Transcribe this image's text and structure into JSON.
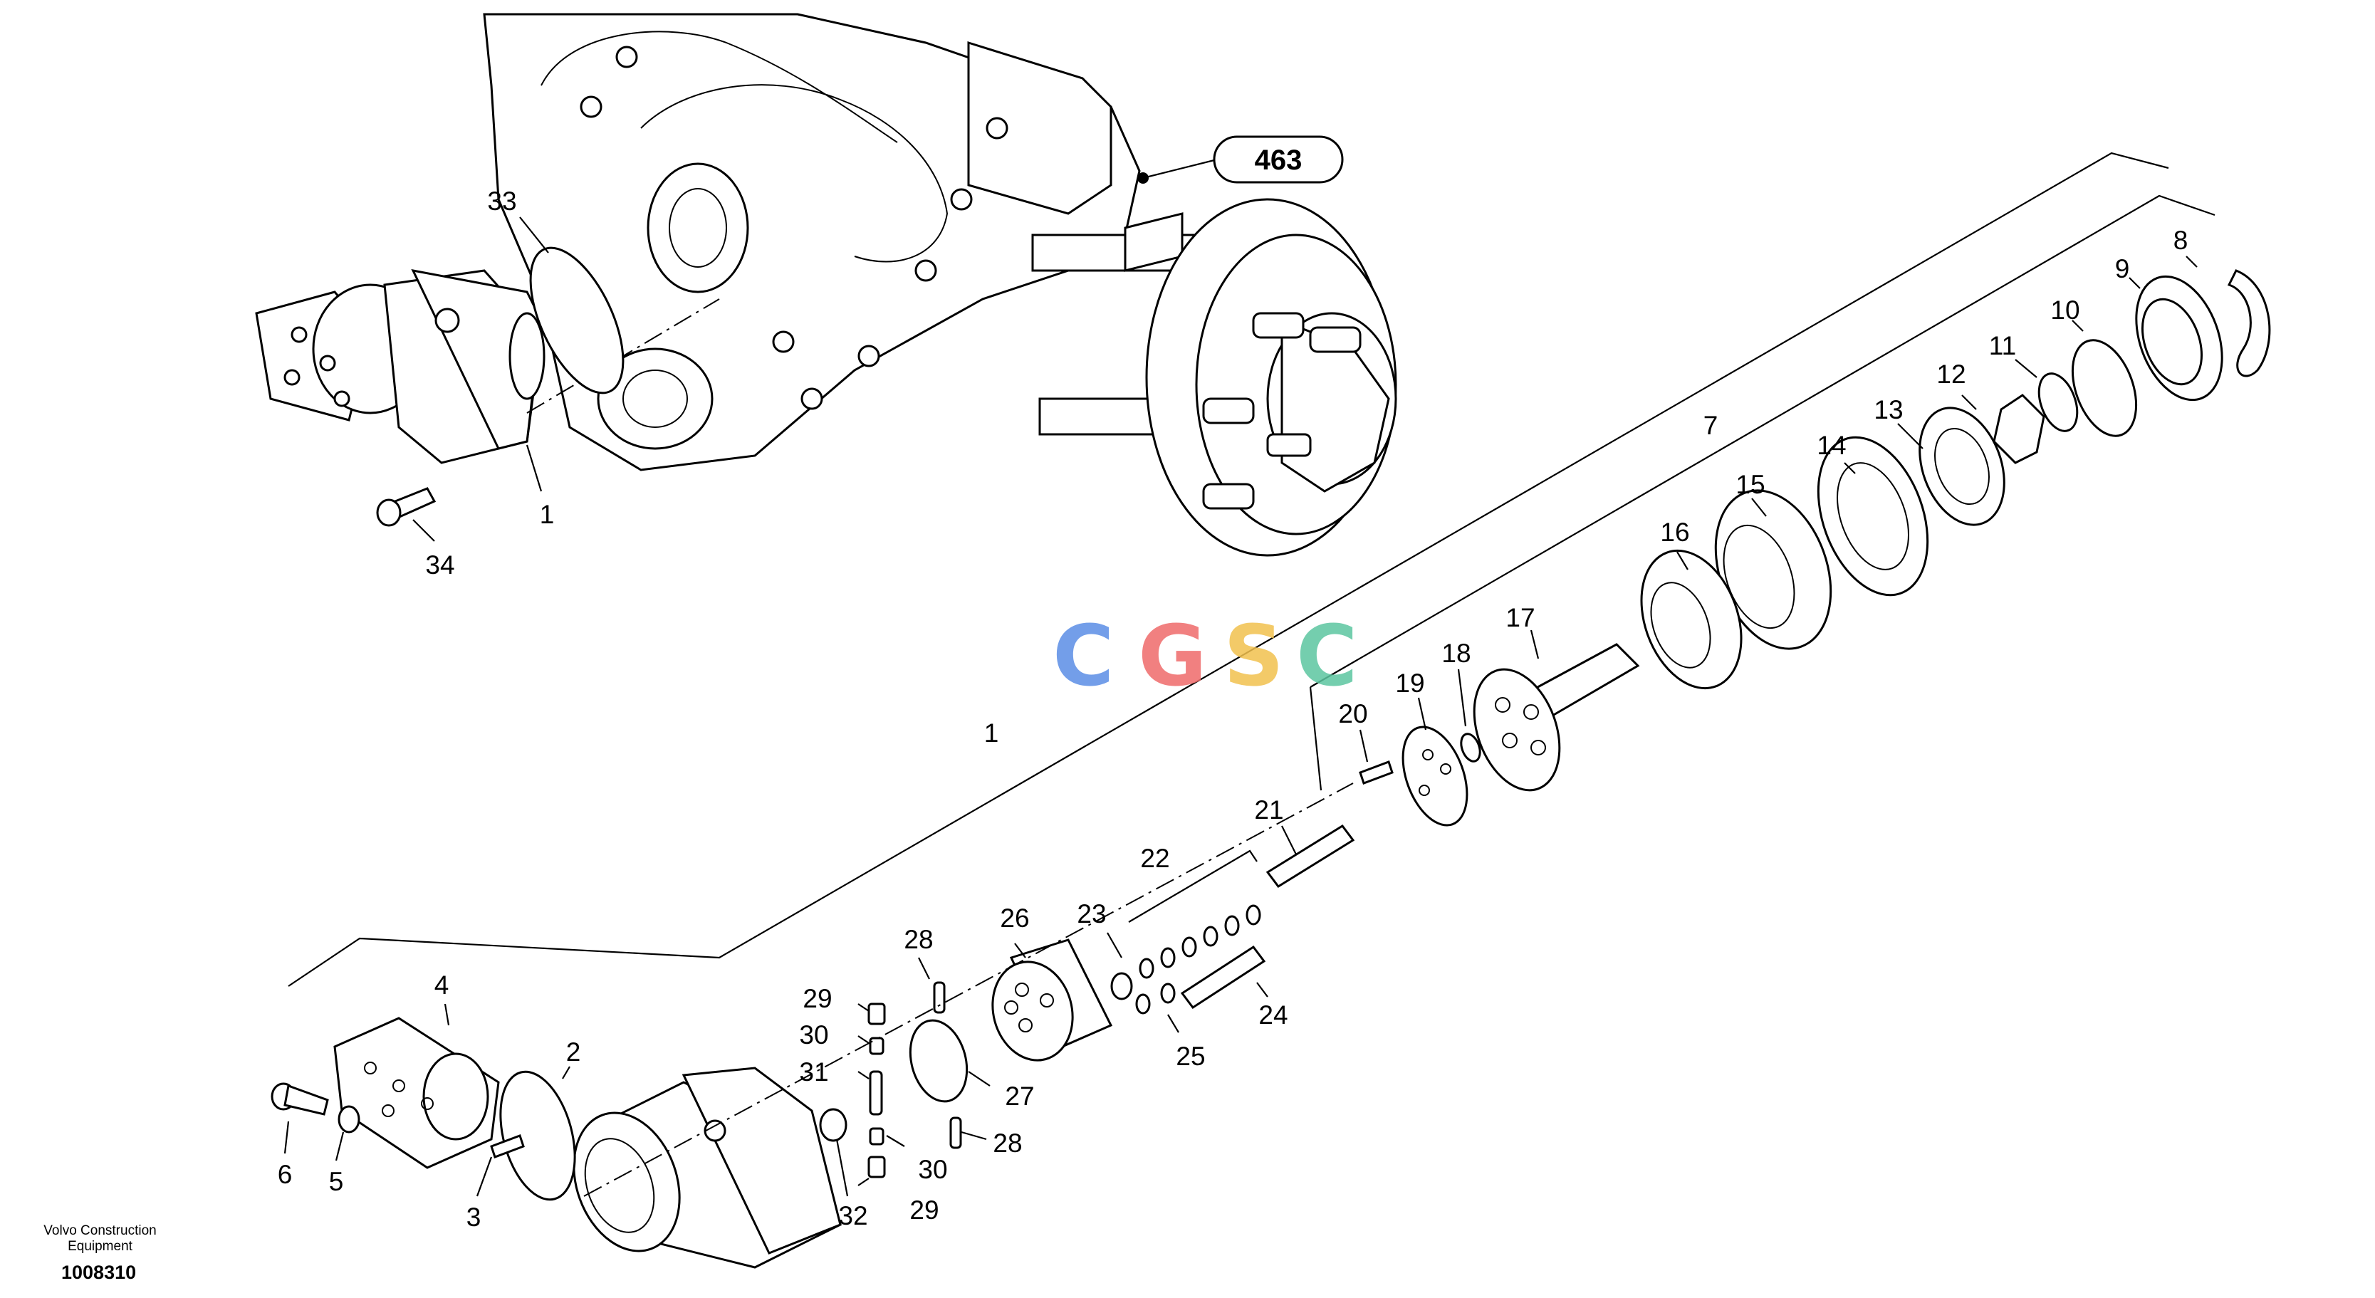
{
  "diagram": {
    "reference_badge": "463",
    "watermark": {
      "letters": [
        "C",
        "G",
        "S",
        "C"
      ],
      "colors": [
        "#5b8ee6",
        "#ef6b6b",
        "#f2c14e",
        "#5cc6a0"
      ]
    },
    "callouts": {
      "c33": "33",
      "c1_top": "1",
      "c34": "34",
      "c7": "7",
      "c1_mid": "1",
      "c8": "8",
      "c9": "9",
      "c10": "10",
      "c11": "11",
      "c12": "12",
      "c13": "13",
      "c14": "14",
      "c15": "15",
      "c16": "16",
      "c17": "17",
      "c18": "18",
      "c19": "19",
      "c20": "20",
      "c21": "21",
      "c22": "22",
      "c23": "23",
      "c24": "24",
      "c25": "25",
      "c26": "26",
      "c27": "27",
      "c28a": "28",
      "c28b": "28",
      "c29a": "29",
      "c29b": "29",
      "c30a": "30",
      "c30b": "30",
      "c31": "31",
      "c32": "32",
      "c2": "2",
      "c3": "3",
      "c4": "4",
      "c5": "5",
      "c6": "6"
    }
  },
  "footer": {
    "company_line1": "Volvo Construction",
    "company_line2": "Equipment",
    "drawing_number": "1008310"
  }
}
